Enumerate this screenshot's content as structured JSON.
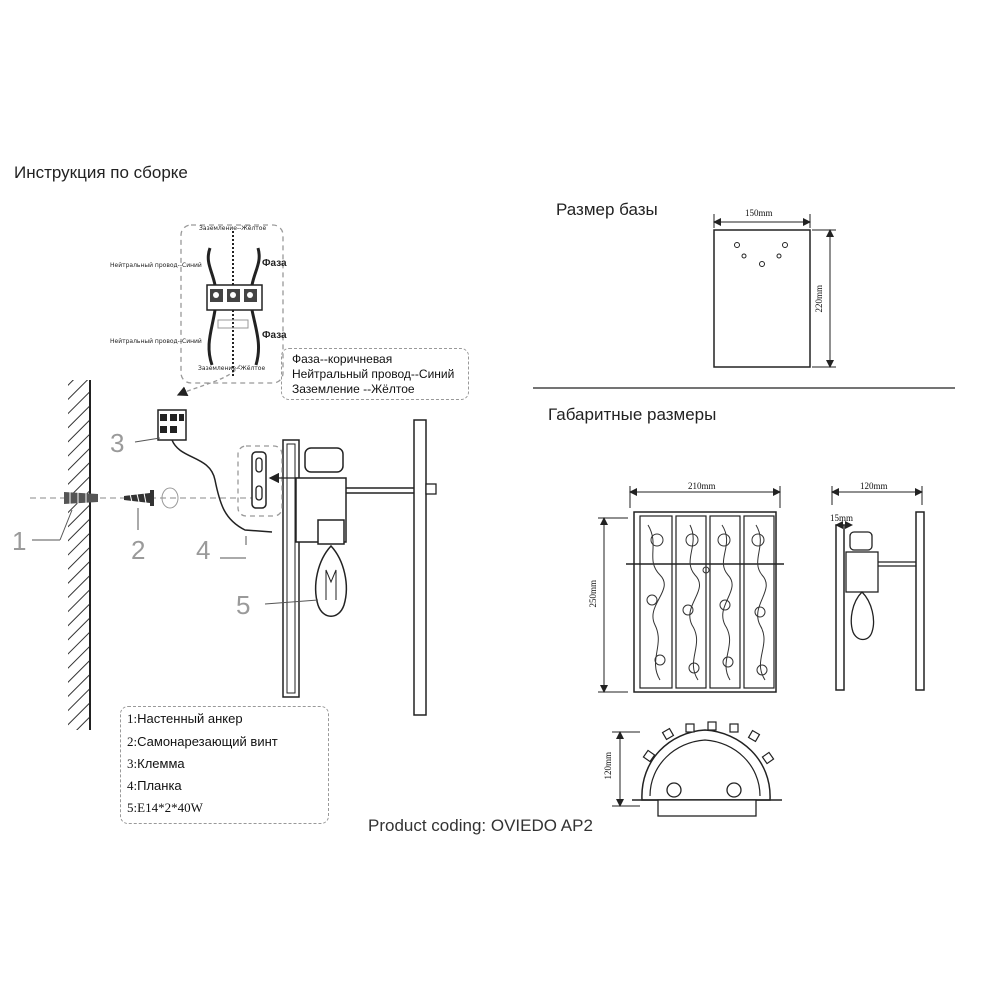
{
  "title": "Инструкция по сборке",
  "wiring": {
    "ground_top": "Заземление--Жёлтое",
    "neutral_top": "Нейтральный провод--Синий",
    "phase_top": "Фаза",
    "neutral_bottom": "Нейтральный провод--Синий",
    "phase_bottom": "Фаза",
    "ground_bottom": "Заземление--Жёлтое"
  },
  "wire_legend": [
    "Фаза--коричневая",
    "Нейтральный провод--Синий",
    "Заземление --Жёлтое"
  ],
  "callouts": [
    "1",
    "2",
    "3",
    "4",
    "5"
  ],
  "parts": [
    {
      "num": "1:",
      "name": "Настенный анкер"
    },
    {
      "num": "2:",
      "name": "Самонарезающий винт"
    },
    {
      "num": "3:",
      "name": "Клемма"
    },
    {
      "num": "4:",
      "name": "Планка"
    },
    {
      "num": "5:",
      "name": "E14*2*40W"
    }
  ],
  "base_size": {
    "heading": "Размер базы",
    "width": "150mm",
    "height": "220mm"
  },
  "overall": {
    "heading": "Габаритные размеры",
    "front_width": "210mm",
    "front_height": "250mm",
    "side_depth": "120mm",
    "side_offset": "15mm",
    "top_depth": "120mm"
  },
  "product_coding": "Product coding: OVIEDO AP2"
}
